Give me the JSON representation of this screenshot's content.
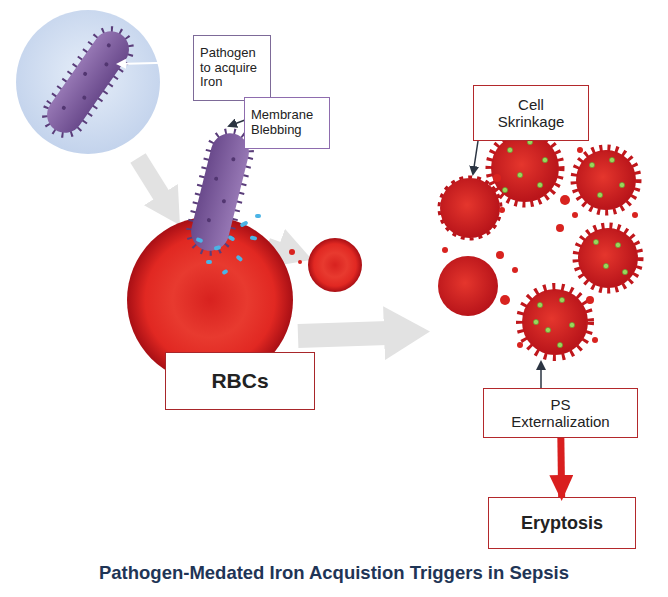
{
  "diagram": {
    "title": "Pathogen-Medated Iron Acquistion Triggers in Sepsis",
    "nodes": [
      {
        "text": [
          "Pathogen to acquire Iron"
        ]
      },
      {
        "text": [
          "Membrane Blebbing"
        ]
      },
      {
        "text": [
          "Cell Skrinkage"
        ]
      },
      {
        "text": [
          "RBCs"
        ]
      },
      {
        "text": [
          "PS Externalization"
        ]
      },
      {
        "text": [
          "Eryptosis"
        ]
      }
    ],
    "edges": [
      {
        "from": 4,
        "to": 5,
        "arrow": "to"
      }
    ]
  }
}
